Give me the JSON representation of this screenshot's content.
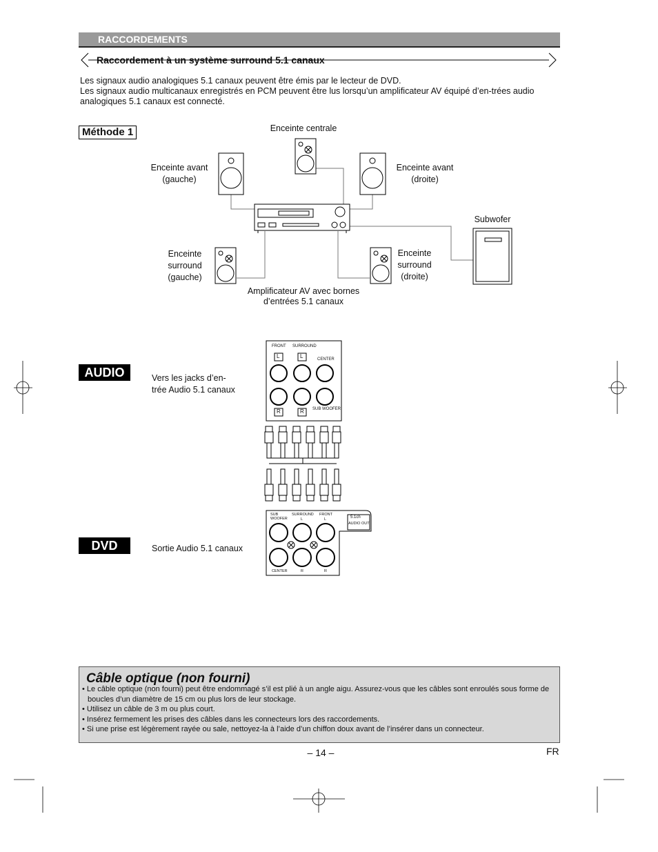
{
  "header": {
    "section": "RACCORDEMENTS",
    "subsection": "Raccordement à un système surround 5.1 canaux"
  },
  "intro": {
    "line1": "Les signaux audio analogiques 5.1 canaux peuvent être émis par le lecteur de DVD.",
    "line2": "Les signaux audio multicanaux enregistrés en PCM peuvent être lus lorsqu’un amplificateur AV équipé d’en-trées audio analogiques 5.1 canaux est connecté."
  },
  "method": "Méthode 1",
  "diagram": {
    "center": "Enceinte centrale",
    "front_left": "Enceinte avant (gauche)",
    "front_right": "Enceinte avant (droite)",
    "subwoofer": "Subwofer",
    "surround_left": "Enceinte surround (gauche)",
    "surround_right": "Enceinte surround (droite)",
    "amplifier": "Amplificateur AV avec bornes d’entrées 5.1 canaux"
  },
  "audio": {
    "tag": "AUDIO",
    "caption": "Vers les jacks d’en-trée Audio 5.1 canaux",
    "panel": {
      "front": "FRONT",
      "surround": "SURROUND",
      "center": "CENTER",
      "sub": "SUB WOOFER",
      "l": "L",
      "r": "R"
    }
  },
  "dvd": {
    "tag": "DVD",
    "caption": "Sortie Audio 5.1 canaux",
    "panel": {
      "sub": "SUB WOOFER",
      "surround": "SURROUND",
      "front": "FRONT",
      "l": "L",
      "r": "R",
      "center": "CENTER",
      "badge1": "5.1ch",
      "badge2": "AUDIO OUT"
    }
  },
  "note": {
    "title": "Câble optique (non fourni)",
    "items": [
      "Le câble optique (non fourni) peut être endommagé s’il est plié à un angle aigu. Assurez-vous que les câbles sont enroulés sous forme de boucles d’un diamètre de 15 cm ou plus lors de leur stockage.",
      "Utilisez un câble de 3 m ou plus court.",
      "Insérez fermement les prises des câbles dans les connecteurs lors des raccordements.",
      "Si une prise est légèrement rayée ou sale, nettoyez-la à l’aide d’un chiffon doux avant de l’insérer dans un connecteur."
    ]
  },
  "footer": {
    "page": "– 14 –",
    "lang": "FR"
  }
}
